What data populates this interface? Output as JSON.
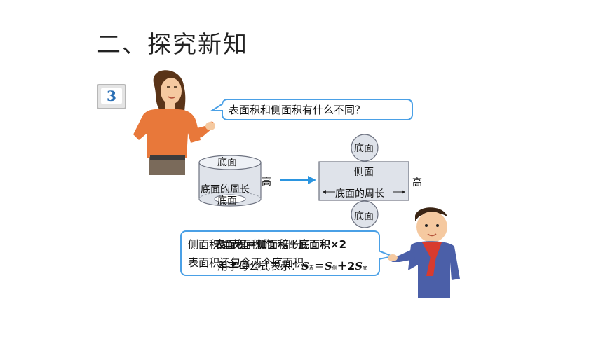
{
  "section_title": "二、探究新知",
  "example_number": "3",
  "question": "表面积和侧面积有什么不同？",
  "cylinder": {
    "top_label": "底面",
    "side_label": "底面的周长",
    "bottom_label": "底面",
    "height_label": "高"
  },
  "net": {
    "top_circle": "底面",
    "rect_label": "侧面",
    "circumference_label": "底面的周长",
    "height_label": "高",
    "bottom_circle": "底面"
  },
  "answer": {
    "line1": "侧面积是表面积的一部分，",
    "line2": "表面积还包含两个底面积。",
    "overlay_line1": "表面积＝侧面积＋底面积×2",
    "overlay_line2_prefix": "用字母公式表示：",
    "formula_S1": "S",
    "formula_sub1": "表",
    "formula_eq": "＝",
    "formula_S2": "S",
    "formula_sub2": "侧",
    "formula_plus": "＋2",
    "formula_S3": "S",
    "formula_sub3": "底"
  },
  "colors": {
    "bubble_border": "#4aa0e6",
    "arrow": "#2b95e0",
    "number_blue": "#2a6fb5",
    "shape_fill": "#dfe3ea",
    "shape_stroke": "#6d7280"
  }
}
